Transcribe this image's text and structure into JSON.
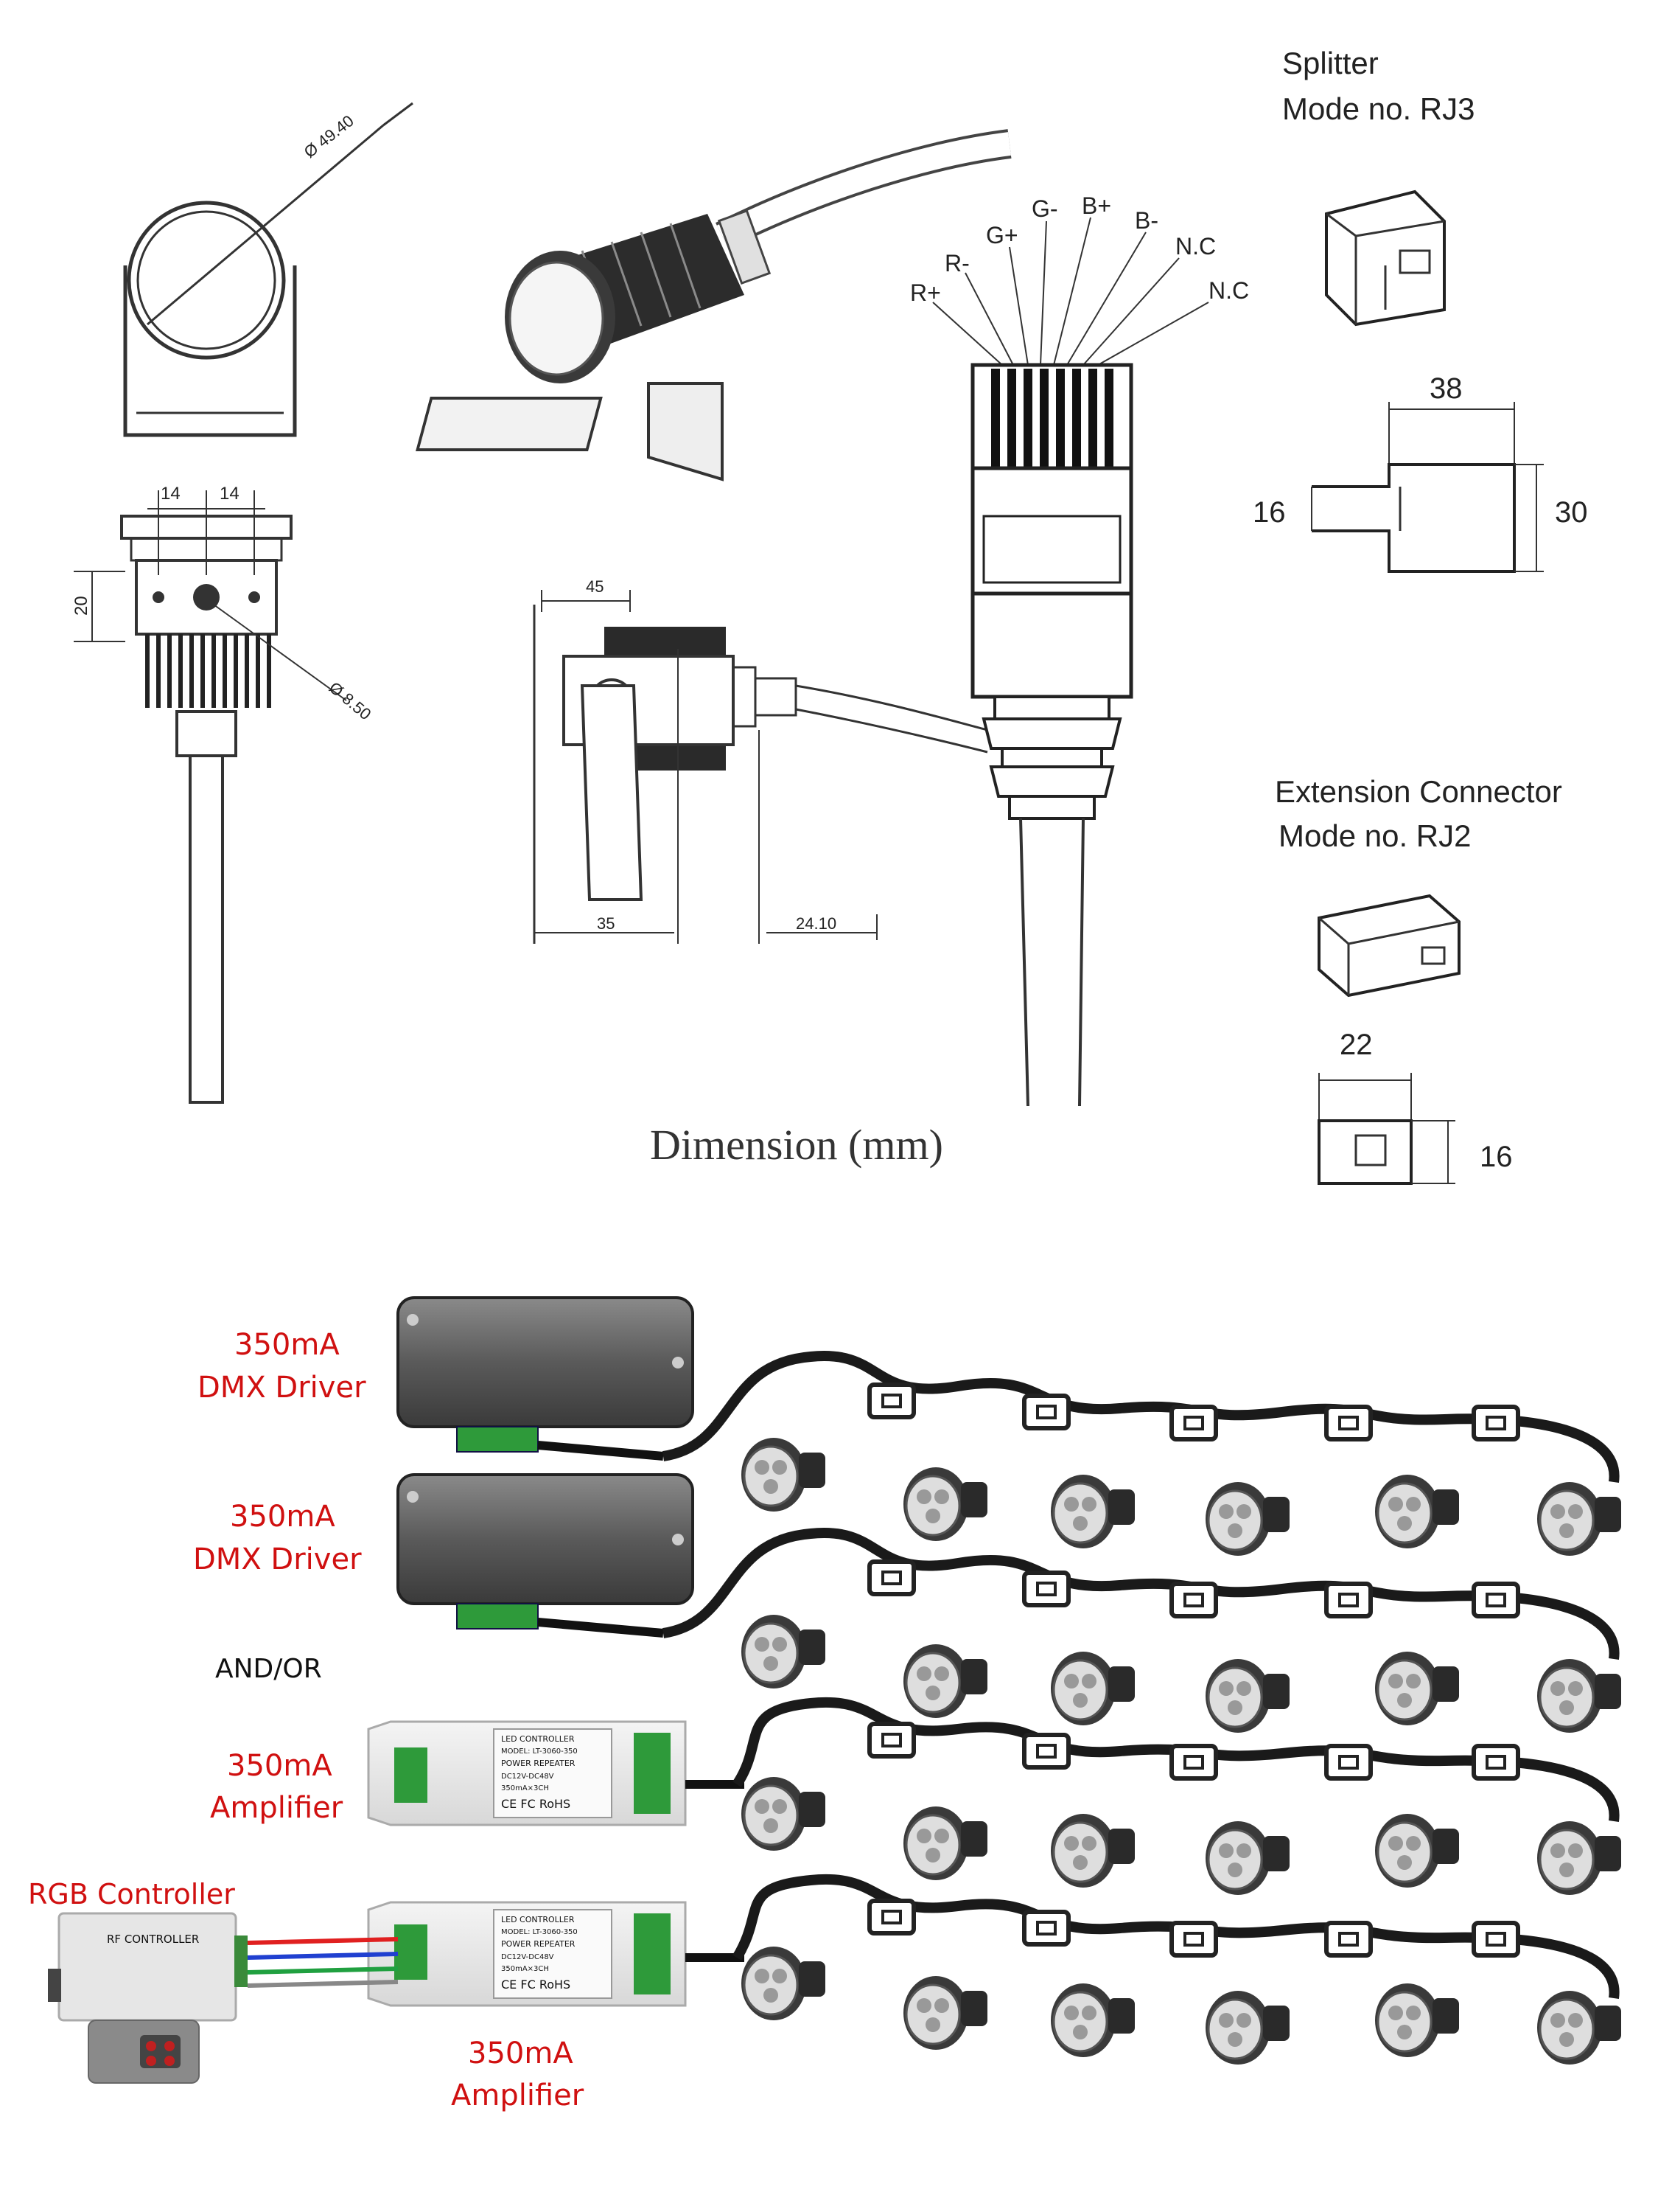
{
  "top": {
    "title": "Dimension (mm)",
    "dims": {
      "diameter_top": "Ø 49.40",
      "w14a": "14",
      "w14b": "14",
      "h20": "20",
      "diameter_hole": "Ø 8.50",
      "w45": "45",
      "w35": "35",
      "w2410": "24.10"
    },
    "pins": [
      "R+",
      "R-",
      "G+",
      "G-",
      "B+",
      "B-",
      "N.C",
      "N.C"
    ],
    "splitter": {
      "title": "Splitter",
      "model": "Mode no. RJ3",
      "d38": "38",
      "d16": "16",
      "d30": "30"
    },
    "extension": {
      "title": "Extension Connector",
      "model": "Mode no. RJ2",
      "d22": "22",
      "d16": "16"
    }
  },
  "bottom": {
    "driver1": {
      "line1": "350mA",
      "line2": "DMX Driver"
    },
    "driver2": {
      "line1": "350mA",
      "line2": "DMX Driver"
    },
    "andor": "AND/OR",
    "amp1": {
      "line1": "350mA",
      "line2": "Amplifier"
    },
    "amp2": {
      "line1": "350mA",
      "line2": "Amplifier"
    },
    "controller_label": "RGB Controller",
    "controller_face": "RF CONTROLLER",
    "amp_face": {
      "l1": "LED CONTROLLER",
      "l2": "MODEL: LT-3060-350",
      "l3": "POWER REPEATER",
      "l4": "DC12V-DC48V",
      "l5": "350mA×3CH",
      "l6": "CE FC RoHS"
    }
  },
  "colors": {
    "label_red": "#d01010",
    "wire_red": "#e02020",
    "wire_green": "#20a040",
    "wire_blue": "#2040d0"
  }
}
